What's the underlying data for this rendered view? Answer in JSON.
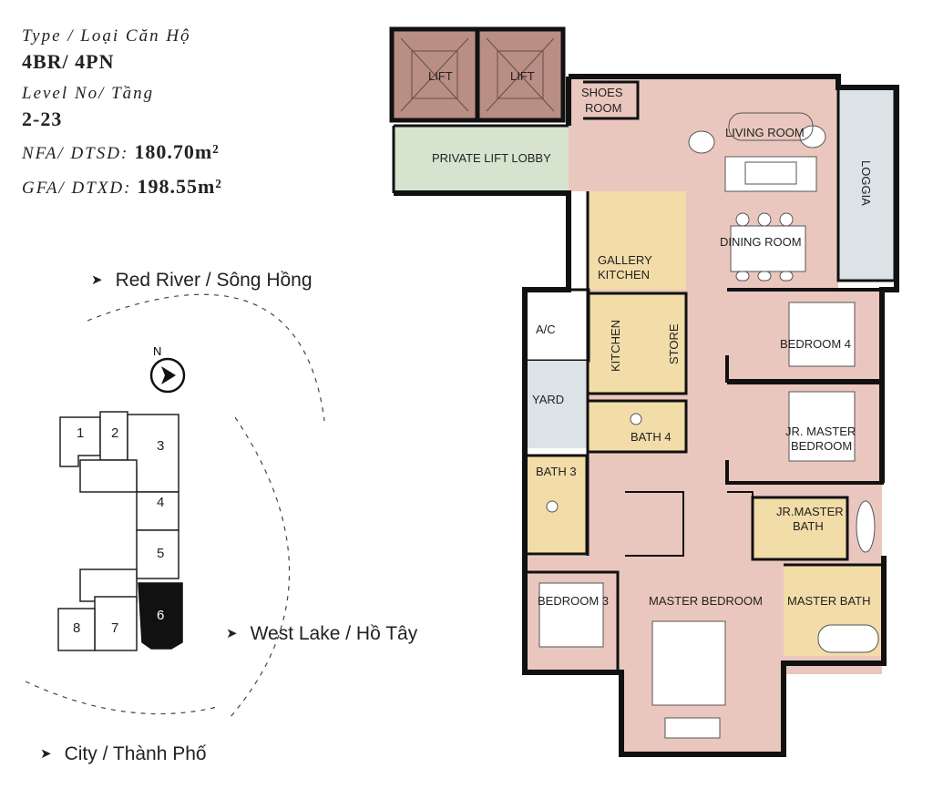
{
  "info": {
    "type_label": "Type / Loại Căn Hộ",
    "type_value": "4BR/ 4PN",
    "level_label": "Level No/ Tầng",
    "level_value": "2-23",
    "nfa_label": "NFA/ DTSD:",
    "nfa_value": "180.70m²",
    "gfa_label": "GFA/ DTXD:",
    "gfa_value": "198.55m²"
  },
  "directions": {
    "red_river": "Red River / Sông Hồng",
    "west_lake": "West Lake  / Hồ Tây",
    "city": "City  / Thành Phố",
    "arrow": "➤"
  },
  "compass": {
    "label": "N"
  },
  "keyplan": {
    "units": [
      "1",
      "2",
      "3",
      "4",
      "5",
      "6",
      "7",
      "8"
    ],
    "highlight": "6"
  },
  "rooms": {
    "lift1": "LIFT",
    "lift2": "LIFT",
    "shoes1": "SHOES",
    "shoes2": "ROOM",
    "lobby": "PRIVATE LIFT LOBBY",
    "living": "LIVING ROOM",
    "loggia": "LOGGIA",
    "gallery1": "GALLERY",
    "gallery2": "KITCHEN",
    "dining": "DINING ROOM",
    "ac": "A/C",
    "kitchen": "KITCHEN",
    "store": "STORE",
    "bed4": "BEDROOM 4",
    "yard": "YARD",
    "bath4": "BATH 4",
    "jr1": "JR. MASTER",
    "jr2": "BEDROOM",
    "bath3": "BATH 3",
    "jrbath1": "JR.MASTER",
    "jrbath2": "BATH",
    "bed3": "BEDROOM 3",
    "master": "MASTER BEDROOM",
    "masterbath": "MASTER BATH"
  },
  "colors": {
    "pink": "#eac7be",
    "beige": "#f2dca8",
    "green": "#d6e4cf",
    "blue": "#dbe3e6",
    "lift": "#b98e84",
    "wall": "#111111"
  }
}
